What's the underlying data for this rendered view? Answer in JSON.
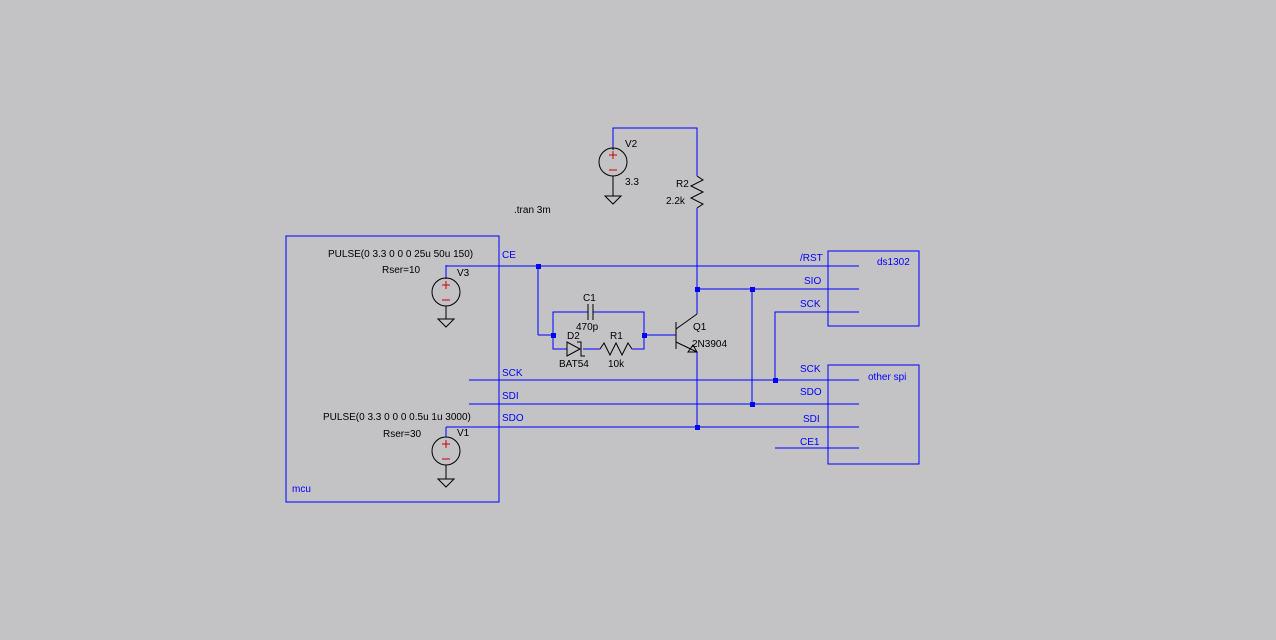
{
  "colors": {
    "background": "#c3c2c5",
    "wire": "#0000ff",
    "symbol": "#000000",
    "source_sign": "#cc0000"
  },
  "directive": ".tran 3m",
  "blocks": {
    "mcu": "mcu",
    "ds1302": "ds1302",
    "other_spi": "other spi"
  },
  "nets": {
    "ce": "CE",
    "mcu_sck": "SCK",
    "mcu_sdi": "SDI",
    "mcu_sdo": "SDO",
    "rst": "/RST",
    "sio": "SIO",
    "ds_sck": "SCK",
    "spi_sck": "SCK",
    "spi_sdo": "SDO",
    "spi_sdi": "SDI",
    "spi_ce1": "CE1"
  },
  "components": {
    "v1": {
      "name": "V1",
      "value": "PULSE(0 3.3 0 0 0 0.5u 1u 3000)",
      "rser": "Rser=30"
    },
    "v2": {
      "name": "V2",
      "value": "3.3"
    },
    "v3": {
      "name": "V3",
      "value": "PULSE(0 3.3 0 0 0 25u 50u 150)",
      "rser": "Rser=10"
    },
    "r1": {
      "name": "R1",
      "value": "10k"
    },
    "r2": {
      "name": "R2",
      "value": "2.2k"
    },
    "c1": {
      "name": "C1",
      "value": "470p"
    },
    "d2": {
      "name": "D2",
      "value": "BAT54"
    },
    "q1": {
      "name": "Q1",
      "value": "2N3904"
    }
  }
}
